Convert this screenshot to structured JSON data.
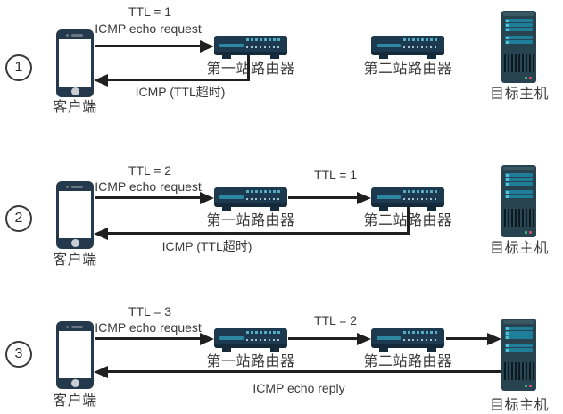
{
  "diagram": {
    "background": "#ffffff",
    "nodes": {
      "client_label": "客户端",
      "router1_label": "第一站路由器",
      "router2_label": "第二站路由器",
      "target_label": "目标主机"
    },
    "icons": {
      "client": "smartphone-icon",
      "router": "router-switch-icon",
      "target": "server-tower-icon",
      "step_marker": "circled-number"
    },
    "rows": [
      {
        "step": "1",
        "ttl": "TTL = 1",
        "request": "ICMP echo request",
        "reply": "ICMP (TTL超时)"
      },
      {
        "step": "2",
        "ttl": "TTL = 2",
        "request": "ICMP echo request",
        "hop": "TTL = 1",
        "reply": "ICMP (TTL超时)"
      },
      {
        "step": "3",
        "ttl": "TTL = 3",
        "request": "ICMP echo request",
        "hop": "TTL = 2",
        "reply": "ICMP echo reply"
      }
    ],
    "colors": {
      "device_body": "#24394b",
      "router_body": "#1d3950",
      "server_body": "#27434f",
      "accent_teal": "#2c87a0",
      "bar_highlight": "#55c0d6",
      "led_green": "#35b57d",
      "led_red": "#c94f66",
      "arrow": "#1f1f1f",
      "text": "#3a3a3a"
    }
  }
}
